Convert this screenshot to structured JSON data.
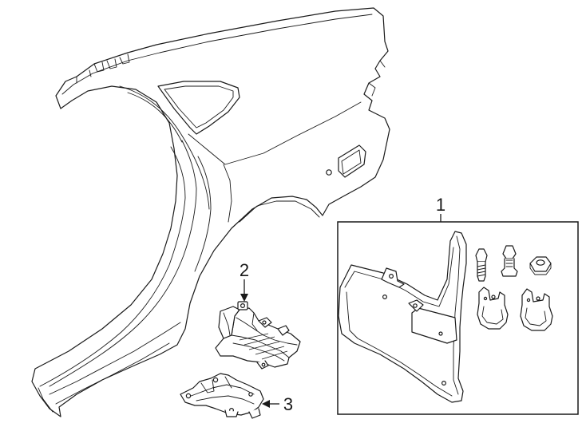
{
  "diagram": {
    "callouts": [
      {
        "id": "1",
        "label": "1"
      },
      {
        "id": "2",
        "label": "2"
      },
      {
        "id": "3",
        "label": "3"
      }
    ]
  },
  "colors": {
    "line": "#1a1a1a",
    "background": "#ffffff"
  }
}
